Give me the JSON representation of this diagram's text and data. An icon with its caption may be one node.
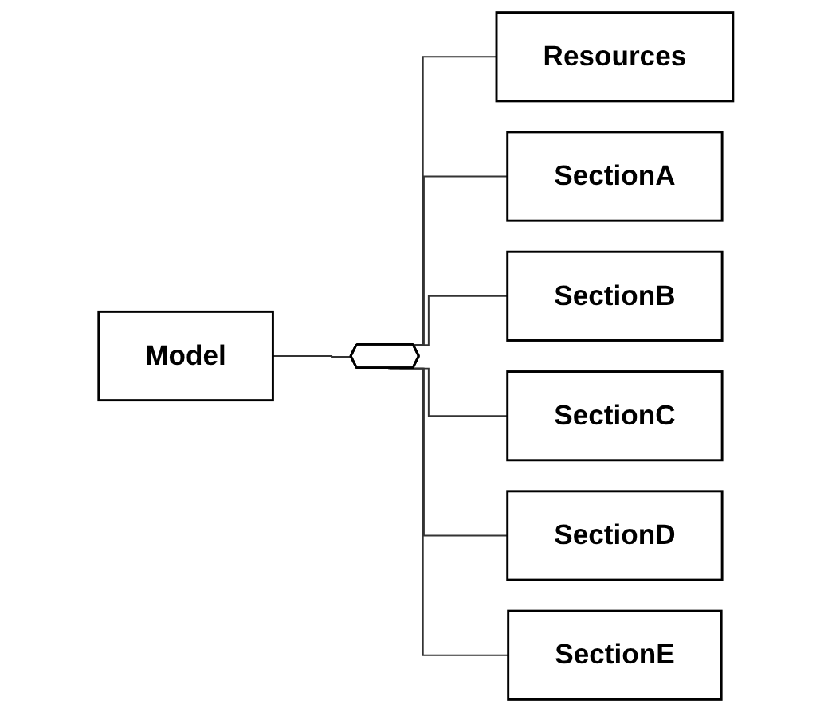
{
  "diagram": {
    "nodes": [
      {
        "text": [
          "Model"
        ]
      },
      {
        "text": [],
        "shape": "octagon"
      },
      {
        "text": [
          "Resources"
        ]
      },
      {
        "text": [
          "SectionA"
        ]
      },
      {
        "text": [
          "SectionB"
        ]
      },
      {
        "text": [
          "SectionC"
        ]
      },
      {
        "text": [
          "SectionD"
        ]
      },
      {
        "text": [
          "SectionE"
        ]
      }
    ],
    "edges": [
      {
        "from": 0,
        "to": 1,
        "arrow": "none"
      },
      {
        "from": 1,
        "to": 2,
        "arrow": "none"
      },
      {
        "from": 1,
        "to": 3,
        "arrow": "none"
      },
      {
        "from": 1,
        "to": 4,
        "arrow": "none"
      },
      {
        "from": 1,
        "to": 5,
        "arrow": "none"
      },
      {
        "from": 1,
        "to": 6,
        "arrow": "none"
      },
      {
        "from": 1,
        "to": 7,
        "arrow": "none"
      }
    ]
  }
}
